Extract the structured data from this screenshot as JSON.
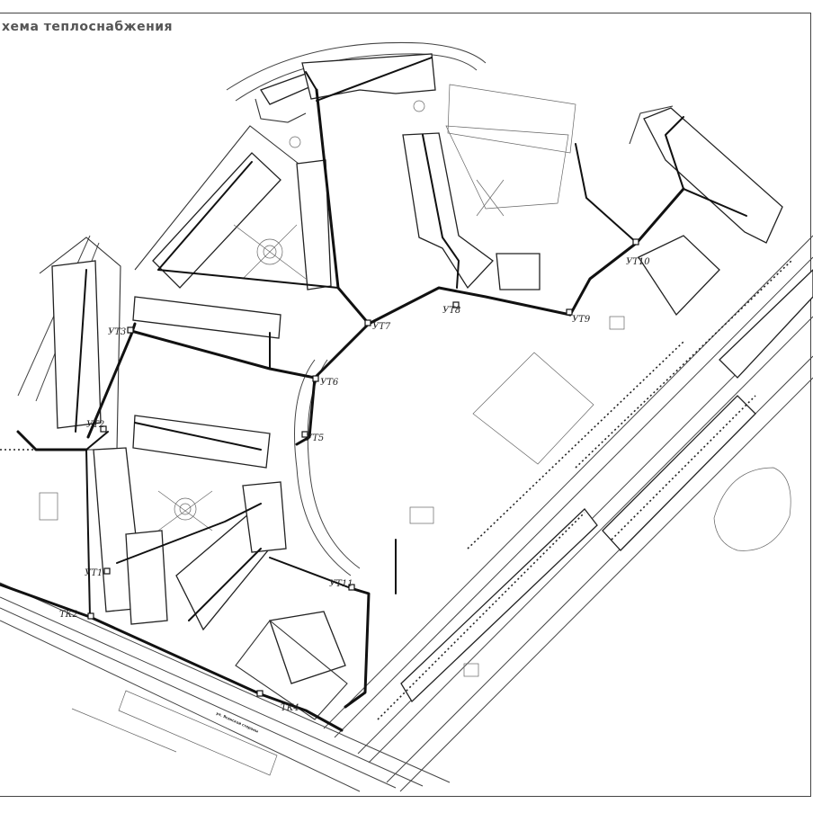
{
  "title": "хема теплоснабжения",
  "nodes": [
    {
      "id": "ut1",
      "label": "УТ1"
    },
    {
      "id": "ut2",
      "label": "УТ2"
    },
    {
      "id": "ut3",
      "label": "УТ3"
    },
    {
      "id": "ut5",
      "label": "УТ5"
    },
    {
      "id": "ut6",
      "label": "УТ6"
    },
    {
      "id": "ut7",
      "label": "УТ7"
    },
    {
      "id": "ut8",
      "label": "УТ8"
    },
    {
      "id": "ut9",
      "label": "УТ9"
    },
    {
      "id": "ut10",
      "label": "УТ10"
    },
    {
      "id": "ut11",
      "label": "УТ11"
    },
    {
      "id": "tk2",
      "label": "ТК2"
    },
    {
      "id": "tk4",
      "label": "ТК4"
    }
  ],
  "street": {
    "label": "ул. Ясенской стороны"
  },
  "colors": {
    "line": "#222222",
    "pipe": "#111111",
    "paper": "#ffffff"
  }
}
